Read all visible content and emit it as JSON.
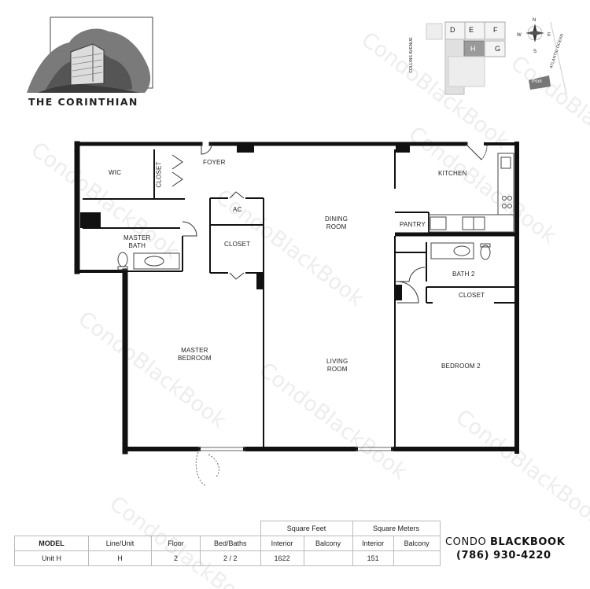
{
  "building": {
    "name": "THE CORINTHIAN"
  },
  "keyplan": {
    "units_top": [
      "D",
      "E",
      "F"
    ],
    "unit_current": "H",
    "unit_right": "G",
    "street_left": "COLLINS AVENUE",
    "street_right": "ATLANTIC OCEAN",
    "pool": "Pool",
    "compass": {
      "n": "N",
      "s": "S",
      "e": "E",
      "w": "W"
    }
  },
  "rooms": {
    "wic": "WIC",
    "closet_wic": "CLOSET",
    "foyer": "FOYER",
    "ac": "AC",
    "closet_center": "CLOSET",
    "master_bath": [
      "MASTER",
      "BATH"
    ],
    "master_bedroom": [
      "MASTER",
      "BEDROOM"
    ],
    "dining_room": [
      "DINING",
      "ROOM"
    ],
    "living_room": [
      "LIVING",
      "ROOM"
    ],
    "kitchen": "KITCHEN",
    "pantry": "PANTRY",
    "bath2": "BATH 2",
    "closet_br2": "CLOSET",
    "bedroom2": "BEDROOM 2"
  },
  "specs": {
    "group_headers": [
      "Square Feet",
      "Square Meters"
    ],
    "columns": [
      "MODEL",
      "Line/Unit",
      "Floor",
      "Bed/Baths",
      "Interior",
      "Balcony",
      "Interior",
      "Balcony"
    ],
    "row": [
      "Unit H",
      "H",
      "2",
      "2 / 2",
      "1622",
      "",
      "151",
      ""
    ]
  },
  "company": {
    "name_light": "CONDO",
    "name_bold": "BLACKBOOK",
    "phone": "(786) 930-4220"
  },
  "watermark_text": "CondoBlackBook",
  "colors": {
    "wall": "#111111",
    "fixture": "#333333",
    "table_border": "#bbbbbb"
  }
}
